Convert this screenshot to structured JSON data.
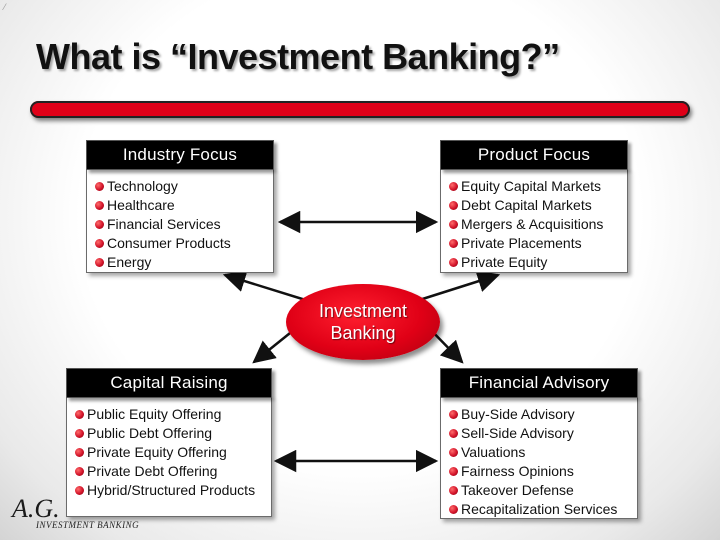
{
  "slide": {
    "title": "What is “Investment Banking?”",
    "center": {
      "line1": "Investment",
      "line2": "Banking"
    }
  },
  "industry": {
    "heading": "Industry Focus",
    "items": [
      "Technology",
      "Healthcare",
      "Financial Services",
      "Consumer Products",
      "Energy"
    ]
  },
  "product": {
    "heading": "Product Focus",
    "items": [
      "Equity Capital Markets",
      "Debt Capital Markets",
      "Mergers & Acquisitions",
      "Private Placements",
      "Private Equity"
    ]
  },
  "capital": {
    "heading": "Capital Raising",
    "items": [
      "Public Equity Offering",
      "Public Debt Offering",
      "Private Equity Offering",
      "Private Debt Offering",
      "Hybrid/Structured Products"
    ]
  },
  "advisory": {
    "heading": "Financial Advisory",
    "items": [
      "Buy-Side Advisory",
      "Sell-Side Advisory",
      "Valuations",
      "Fairness Opinions",
      "Takeover Defense",
      "Recapitalization Services"
    ]
  },
  "logo": {
    "mark": "A.G.",
    "sub": "INVESTMENT BANKING"
  },
  "colors": {
    "accent_red": "#e00018",
    "header_black": "#000000",
    "bullet_red": "#d3142a"
  },
  "icons": {
    "bullet": "red-ball-bullet",
    "arrows": "double-headed-arrow"
  }
}
